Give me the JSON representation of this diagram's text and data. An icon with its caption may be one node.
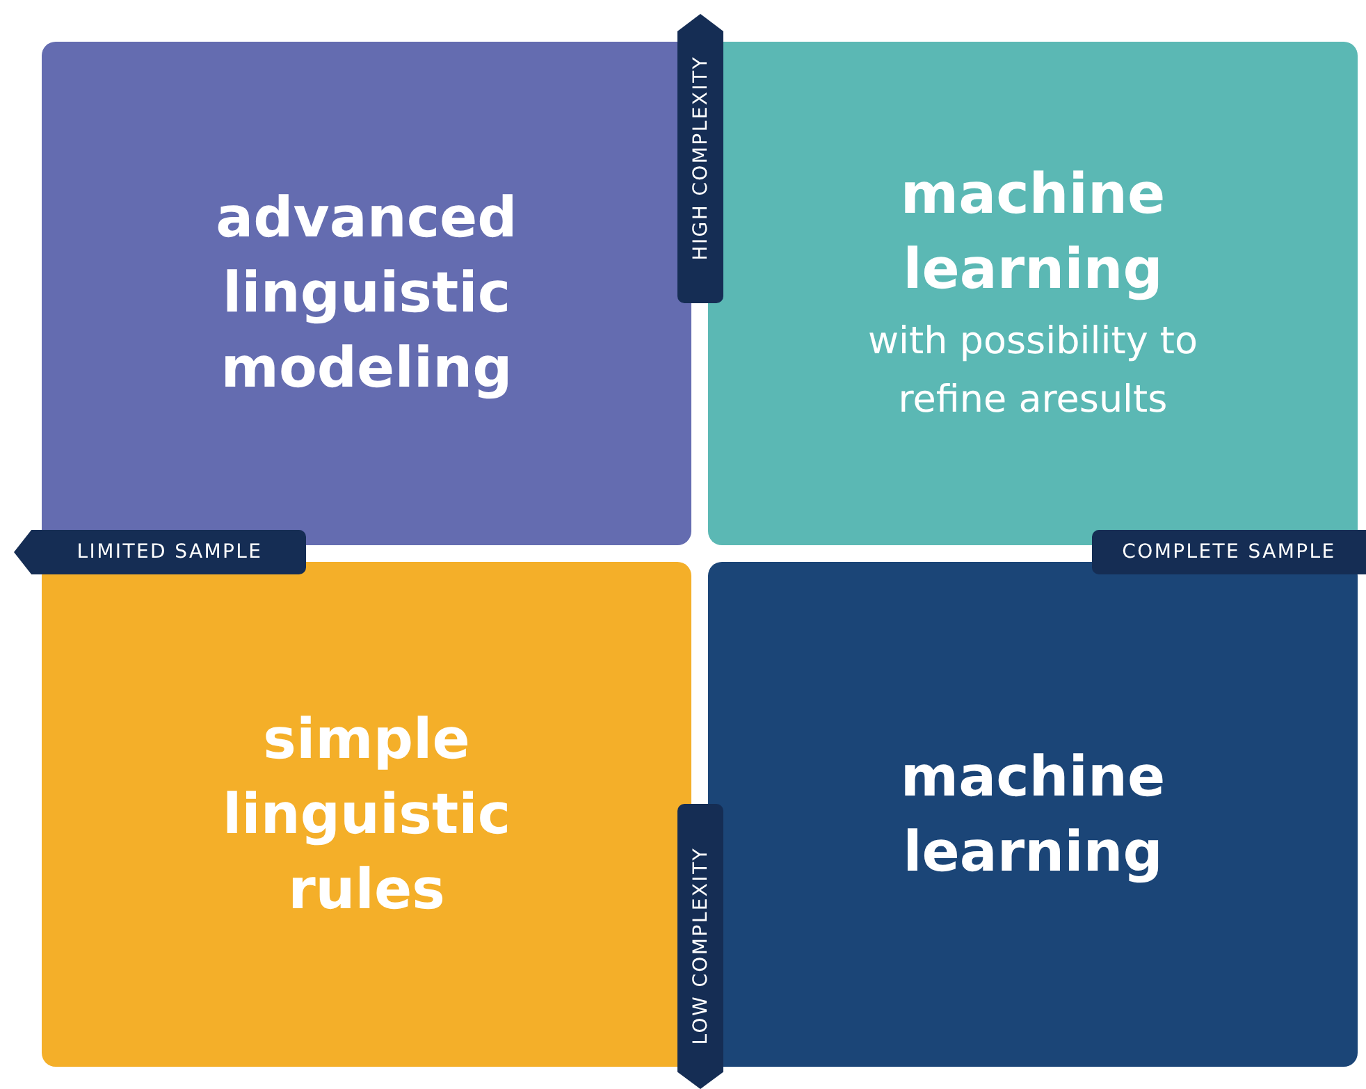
{
  "diagram": {
    "nodes": [
      {
        "text": [
          "HIGH COMPLEXITY"
        ]
      },
      {
        "text": [
          "advanced linguistic modeling"
        ]
      },
      {
        "text": [
          "machine learning",
          "with possibility to refine aresults"
        ]
      },
      {
        "text": [
          "LIMITED SAMPLE"
        ]
      },
      {
        "text": [
          "COMPLETE SAMPLE"
        ]
      },
      {
        "text": [
          "simple linguistic rules"
        ]
      },
      {
        "text": [
          "machine learning"
        ]
      },
      {
        "text": [
          "LOW COMPLEXITY"
        ]
      }
    ]
  }
}
